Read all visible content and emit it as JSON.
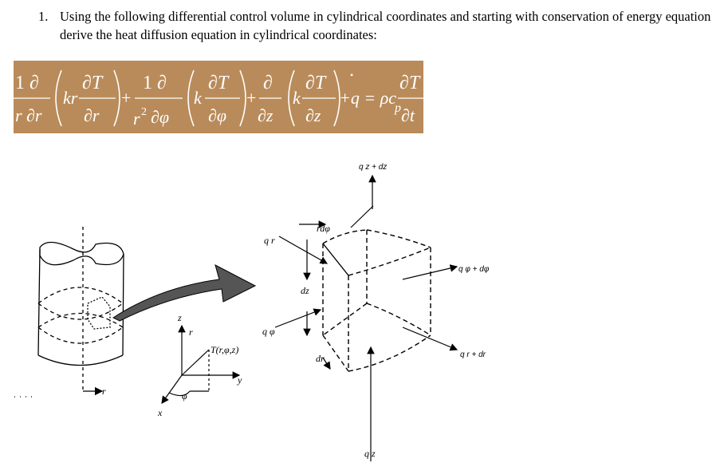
{
  "question": {
    "number": "1.",
    "text": "Using the following differential control volume in cylindrical coordinates and starting with conservation of energy equation derive the heat diffusion equation in cylindrical coordinates:"
  },
  "equation": {
    "banner_color": "#b98b5a",
    "term1_coef_num": "1 ∂",
    "term1_coef_den": "r ∂r",
    "term1_k": "kr",
    "term1_frac_num": "∂T",
    "term1_frac_den": "∂r",
    "plus1": "+",
    "term2_coef_num": "1  ∂",
    "term2_coef_den_r": "r",
    "term2_coef_den_exp": "2",
    "term2_coef_den_rest": "∂φ",
    "term2_k": "k",
    "term2_frac_num": "∂T",
    "term2_frac_den": "∂φ",
    "plus2": "+",
    "term3_coef_num": "∂",
    "term3_coef_den": "∂z",
    "term3_k": "k",
    "term3_frac_num": "∂T",
    "term3_frac_den": "∂z",
    "gen_dot": "•",
    "gen_term": "+q = ρc",
    "gen_sub": "p",
    "rhs_num": "∂T",
    "rhs_den": "∂t"
  },
  "figure": {
    "q_z_dz": "q z + dz",
    "r_dphi": "rdφ",
    "q_r": "q r",
    "q_phi_dphi": "q φ + dφ",
    "dz": "dz",
    "q_phi": "q φ",
    "dr": "dr",
    "q_r_dr": "q r + dr",
    "q_z": "q z",
    "point_label": "T(r,φ,z)",
    "axis_z": "z",
    "axis_r_small": "r",
    "axis_y": "y",
    "axis_x": "x",
    "axis_phi": "φ",
    "cyl_r": "r"
  }
}
